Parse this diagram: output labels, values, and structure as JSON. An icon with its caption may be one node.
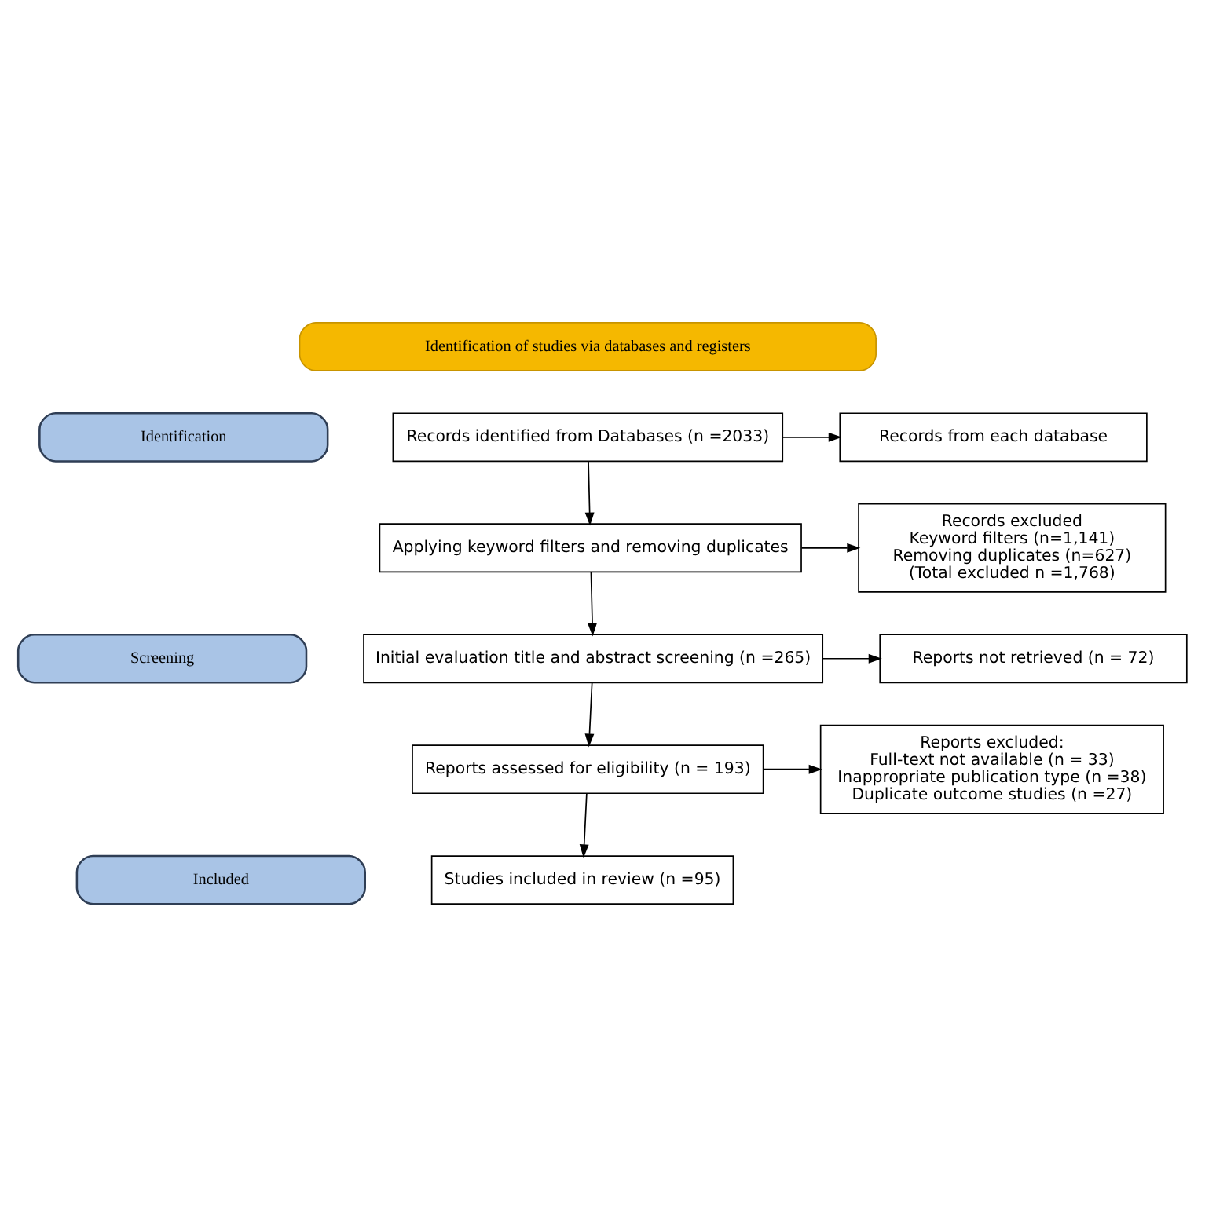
{
  "diagram": {
    "nodes": [
      {
        "text": [
          "Identification of studies via databases and registers"
        ]
      },
      {
        "text": [
          "Identification"
        ]
      },
      {
        "text": [
          "Screening"
        ]
      },
      {
        "text": [
          "Included"
        ]
      },
      {
        "text": [
          "Records identified from Databases (n =2033)"
        ]
      },
      {
        "text": [
          "Records from each database"
        ]
      },
      {
        "text": [
          "Applying keyword filters and removing duplicates"
        ]
      },
      {
        "text": [
          "Records excluded",
          "Keyword filters (n=1,141)",
          "Removing duplicates (n=627)",
          "(Total excluded n =1,768)"
        ]
      },
      {
        "text": [
          "Initial evaluation title and abstract screening (n =265)"
        ]
      },
      {
        "text": [
          "Reports not retrieved (n = 72)"
        ]
      },
      {
        "text": [
          "Reports assessed for eligibility (n = 193)"
        ]
      },
      {
        "text": [
          "Reports excluded:",
          "Full-text not available (n = 33)",
          "Inappropriate publication type (n =38)",
          "Duplicate outcome studies (n =27)"
        ]
      },
      {
        "text": [
          "Studies included in review (n =95)"
        ]
      }
    ],
    "edges": [
      {
        "from": 4,
        "to": 5,
        "arrow": "to"
      },
      {
        "from": 4,
        "to": 6,
        "arrow": "to"
      },
      {
        "from": 6,
        "to": 7,
        "arrow": "to"
      },
      {
        "from": 6,
        "to": 8,
        "arrow": "to"
      },
      {
        "from": 8,
        "to": 9,
        "arrow": "to"
      },
      {
        "from": 8,
        "to": 10,
        "arrow": "to"
      },
      {
        "from": 10,
        "to": 11,
        "arrow": "to"
      },
      {
        "from": 10,
        "to": 12,
        "arrow": "to"
      }
    ]
  }
}
